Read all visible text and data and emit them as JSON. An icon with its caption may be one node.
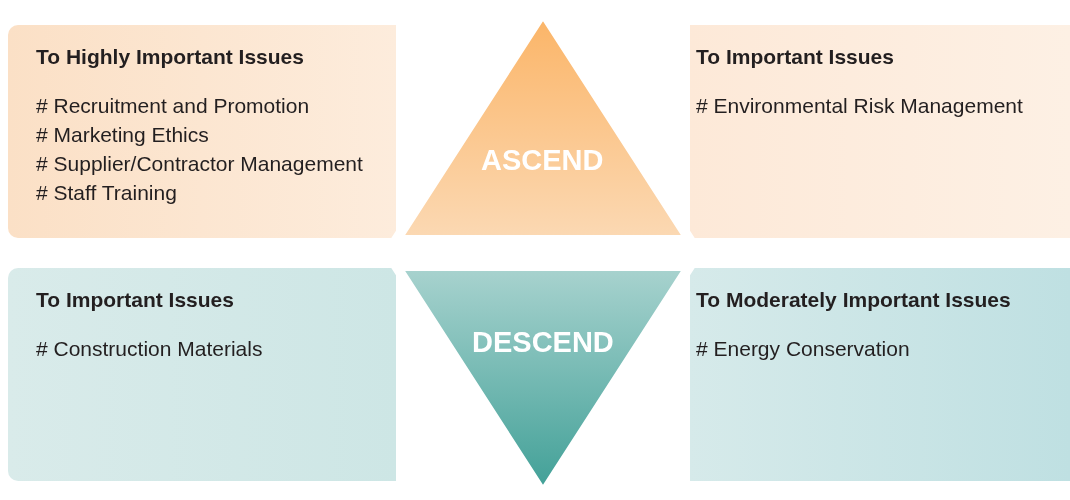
{
  "diagram": {
    "nodes": [
      {
        "text": [
          "To Highly Important Issues",
          "# Recruitment and Promotion",
          "# Marketing Ethics",
          "# Supplier/Contractor Management",
          "# Staff Training"
        ]
      },
      {
        "text": [
          "ASCEND"
        ]
      },
      {
        "text": [
          "To Important Issues",
          "# Environmental Risk Management"
        ]
      },
      {
        "text": [
          "To Important Issues",
          "# Construction Materials"
        ]
      },
      {
        "text": [
          "DESCEND"
        ]
      },
      {
        "text": [
          "To Moderately Important Issues",
          "# Energy Conservation"
        ]
      }
    ]
  }
}
